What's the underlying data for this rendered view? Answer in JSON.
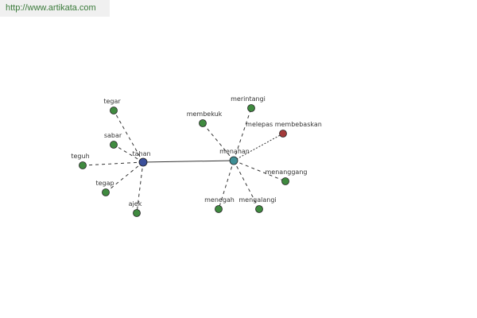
{
  "watermark": {
    "url": "http://www.artikata.com"
  },
  "colors": {
    "hub_tahan": "#3a4f9a",
    "hub_menahan": "#3e8f95",
    "leaf": "#3f8a3f",
    "highlight": "#a33a3a",
    "line": "#333333"
  },
  "graph": {
    "hubs": [
      {
        "id": "tahan",
        "label": "tahan"
      },
      {
        "id": "menahan",
        "label": "menahan"
      }
    ],
    "nodes": [
      {
        "id": "tegar",
        "label": "tegar",
        "hub": "tahan"
      },
      {
        "id": "sabar",
        "label": "sabar",
        "hub": "tahan"
      },
      {
        "id": "teguh",
        "label": "teguh",
        "hub": "tahan"
      },
      {
        "id": "tegap",
        "label": "tegap",
        "hub": "tahan"
      },
      {
        "id": "ajek",
        "label": "ajek",
        "hub": "tahan"
      },
      {
        "id": "membekuk",
        "label": "membekuk",
        "hub": "menahan"
      },
      {
        "id": "merintangi",
        "label": "merintangi",
        "hub": "menahan"
      },
      {
        "id": "melepas-membebaskan",
        "label": "melepas membebaskan",
        "hub": "menahan"
      },
      {
        "id": "menanggang",
        "label": "menanggang",
        "hub": "menahan"
      },
      {
        "id": "menegah",
        "label": "menegah",
        "hub": "menahan"
      },
      {
        "id": "mengalangi",
        "label": "mengalangi",
        "hub": "menahan"
      }
    ]
  }
}
